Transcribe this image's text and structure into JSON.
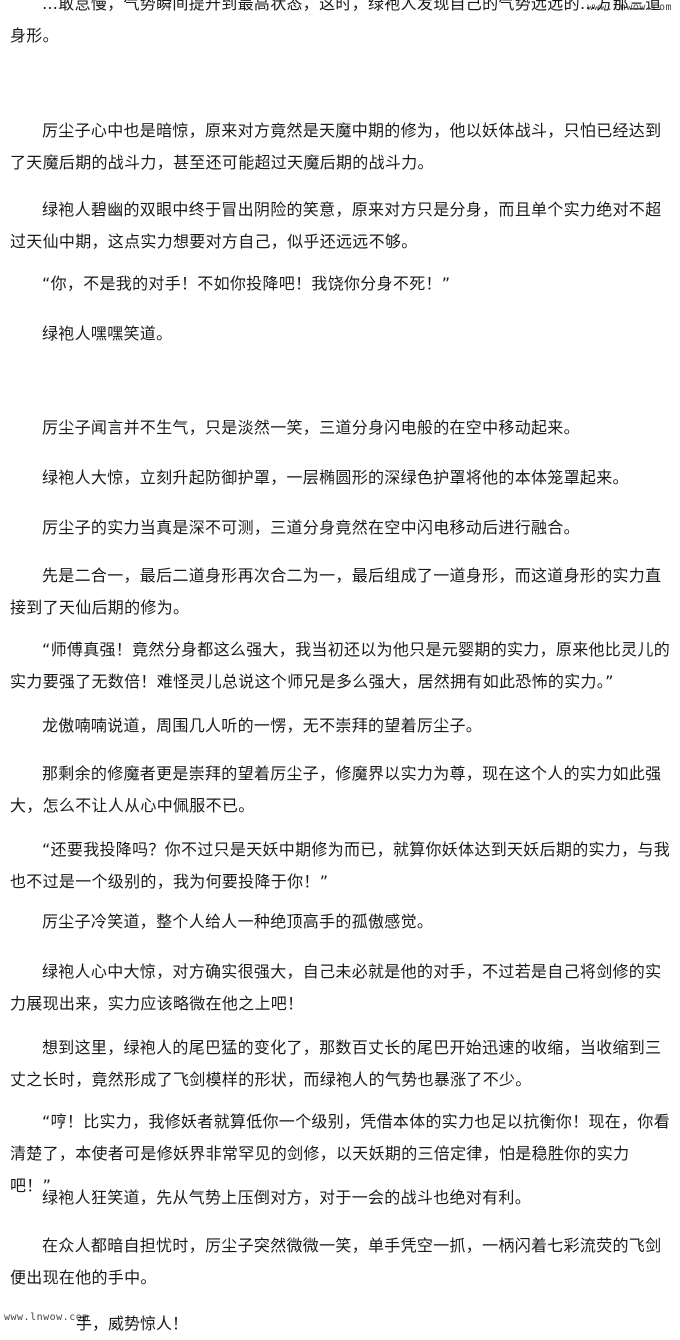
{
  "watermark": {
    "top": "www.lnwow.com",
    "bottom": "www.lnwow.com"
  },
  "paragraphs": [
    "…敢怠慢，气势瞬间提升到最高状态，这时，绿袍人发现自己的气势远远的…方那三道身形。",
    "厉尘子心中也是暗惊，原来对方竟然是天魔中期的修为，他以妖体战斗，只怕已经达到了天魔后期的战斗力，甚至还可能超过天魔后期的战斗力。",
    "绿袍人碧幽的双眼中终于冒出阴险的笑意，原来对方只是分身，而且单个实力绝对不超过天仙中期，这点实力想要对方自己，似乎还远远不够。",
    "“你，不是我的对手！不如你投降吧！我饶你分身不死！”",
    "绿袍人嘿嘿笑道。",
    "厉尘子闻言并不生气，只是淡然一笑，三道分身闪电般的在空中移动起来。",
    "绿袍人大惊，立刻升起防御护罩，一层椭圆形的深绿色护罩将他的本体笼罩起来。",
    "厉尘子的实力当真是深不可测，三道分身竟然在空中闪电移动后进行融合。",
    "先是二合一，最后二道身形再次合二为一，最后组成了一道身形，而这道身形的实力直接到了天仙后期的修为。",
    "“师傅真强！竟然分身都这么强大，我当初还以为他只是元婴期的实力，原来他比灵儿的实力要强了无数倍！难怪灵儿总说这个师兄是多么强大，居然拥有如此恐怖的实力。”",
    "龙傲喃喃说道，周围几人听的一愣，无不崇拜的望着厉尘子。",
    "那剩余的修魔者更是崇拜的望着厉尘子，修魔界以实力为尊，现在这个人的实力如此强大，怎么不让人从心中佩服不已。",
    "“还要我投降吗？你不过只是天妖中期修为而已，就算你妖体达到天妖后期的实力，与我也不过是一个级别的，我为何要投降于你！”",
    "厉尘子冷笑道，整个人给人一种绝顶高手的孤傲感觉。",
    "绿袍人心中大惊，对方确实很强大，自己未必就是他的对手，不过若是自己将剑修的实力展现出来，实力应该略微在他之上吧！",
    "想到这里，绿袍人的尾巴猛的变化了，那数百丈长的尾巴开始迅速的收缩，当收缩到三丈之长时，竟然形成了飞剑模样的形状，而绿袍人的气势也暴涨了不少。",
    "“哼！比实力，我修妖者就算低你一个级别，凭借本体的实力也足以抗衡你！现在，你看清楚了，本使者可是修妖界非常罕见的剑修，以天妖期的三倍定律，怕是稳胜你的实力吧！”",
    "绿袍人狂笑道，先从气势上压倒对方，对于一会的战斗也绝对有利。",
    "在众人都暗自担忧时，厉尘子突然微微一笑，单手凭空一抓，一柄闪着七彩流荧的飞剑便出现在他的手中。"
  ],
  "cutoff_line": "手，威势惊人！"
}
